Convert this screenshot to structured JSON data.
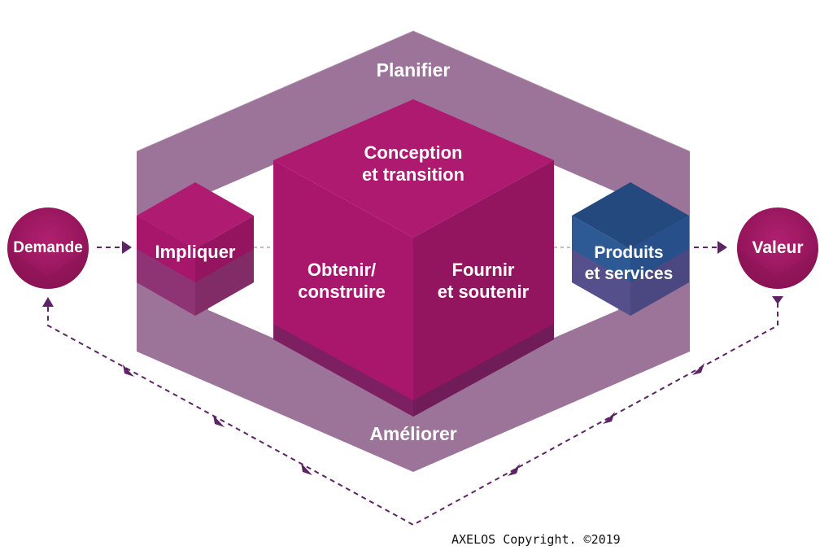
{
  "labels": {
    "planifier": "Planifier",
    "ameliorer": "Améliorer",
    "conception_line1": "Conception",
    "conception_line2": "et transition",
    "obtenir_line1": "Obtenir/",
    "obtenir_line2": "construire",
    "fournir_line1": "Fournir",
    "fournir_line2": "et soutenir",
    "impliquer": "Impliquer",
    "produits_line1": "Produits",
    "produits_line2": "et services",
    "demande": "Demande",
    "valeur": "Valeur"
  },
  "copyright": "AXELOS Copyright. ©2019",
  "colors": {
    "frame": "#9d7499",
    "cube_front": "#a6176c",
    "cube_side": "#93145f",
    "cube_top": "#b01b72",
    "cube_bottom_band": "#7f2061",
    "blue_front": "#2c5893",
    "blue_top": "#244a82",
    "circle": "#9e1661",
    "arrow": "#5c2465"
  },
  "icons": [
    "arrow-right-icon",
    "arrow-up-icon",
    "arrow-down-icon"
  ]
}
